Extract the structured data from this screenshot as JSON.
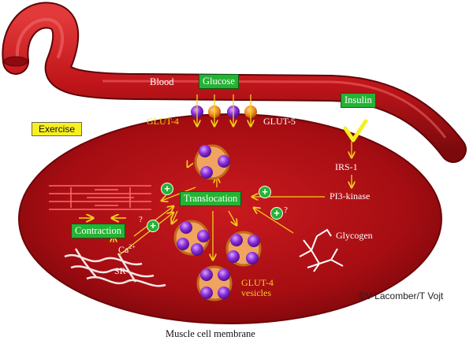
{
  "labels": {
    "blood": "Blood",
    "glucose": "Glucose",
    "insulin": "Insulin",
    "exercise": "Exercise",
    "glut4": "GLUT-4",
    "glut5": "GLUT-5",
    "irs1": "IRS-1",
    "pi3k": "PI3-kinase",
    "translocation": "Translocation",
    "contraction": "Contraction",
    "ca": "Ca",
    "ca_sup": "2+",
    "sr": "SR",
    "glycogen": "Glycogen",
    "glut4_vesicles_line1": "GLUT-4",
    "glut4_vesicles_line2": "vesicles",
    "membrane": "Muscle cell membrane",
    "credit": "©V Lacomber/T Vojt",
    "plus": "+",
    "question": "?"
  },
  "colors": {
    "vessel": "#c0151a",
    "cell": "#b80f14",
    "label_box": "#24b334",
    "exercise_box": "#f7ef20",
    "annotation": "#f2d21a",
    "vesicle_protein": "#8a2bd8"
  }
}
